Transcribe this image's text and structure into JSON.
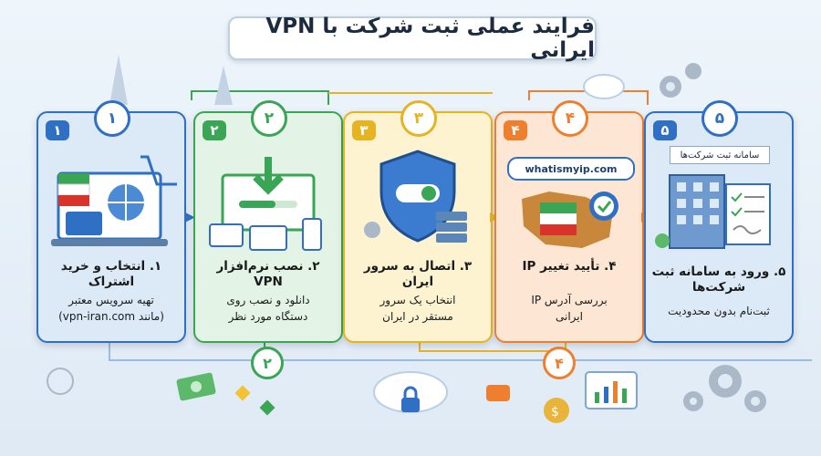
{
  "title": "فرایند عملی ثبت شرکت با VPN ایرانی",
  "steps": [
    {
      "num": "۱",
      "title": "۱. انتخاب و خرید اشتراک",
      "desc_lines": [
        "تهیه سرویس معتبر",
        "(مانند vpn-iran.com)"
      ],
      "color": "#2f6fc4",
      "bg": "#dceaf8"
    },
    {
      "num": "۲",
      "title": "۲. نصب نرم‌افزار VPN",
      "desc_lines": [
        "دانلود و نصب روی",
        "دستگاه مورد نظر"
      ],
      "color": "#3aa655",
      "bg": "#e3f3e6"
    },
    {
      "num": "۳",
      "title": "۳. اتصال به سرور ایران",
      "desc_lines": [
        "انتخاب یک سرور",
        "مستقر در ایران"
      ],
      "color": "#e6b422",
      "bg": "#fdf3d1"
    },
    {
      "num": "۴",
      "title": "۴. تأیید تغییر IP",
      "desc_lines": [
        "بررسی آدرس IP",
        "ایرانی"
      ],
      "color": "#ee7f2e",
      "bg": "#fde7d4"
    },
    {
      "num": "۵",
      "title": "۵. ورود به سامانه ثبت شرکت‌ها",
      "desc_lines": [
        "ثبت‌نام بدون محدودیت"
      ],
      "color": "#2f6fc4",
      "bg": "#dceaf8"
    }
  ],
  "bottom_badges": [
    "۲",
    "۴"
  ],
  "illustrations": {
    "search_box": "whatismyip.com",
    "registry_sign": "سامانه ثبت شرکت‌ها"
  }
}
